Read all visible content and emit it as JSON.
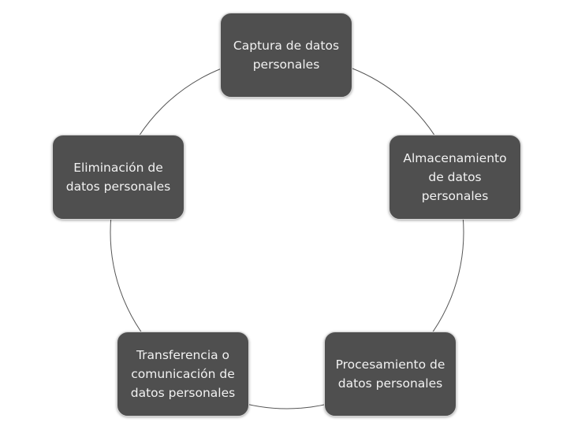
{
  "diagram": {
    "type": "cycle",
    "box_color": "#4f4f4f",
    "text_color": "#f2f2f2",
    "nodes": [
      {
        "label": "Captura de datos personales"
      },
      {
        "label": "Almacenamiento de datos personales"
      },
      {
        "label": "Procesamiento de datos personales"
      },
      {
        "label": "Transferencia o comunicación de datos personales"
      },
      {
        "label": "Eliminación de datos personales"
      }
    ]
  }
}
